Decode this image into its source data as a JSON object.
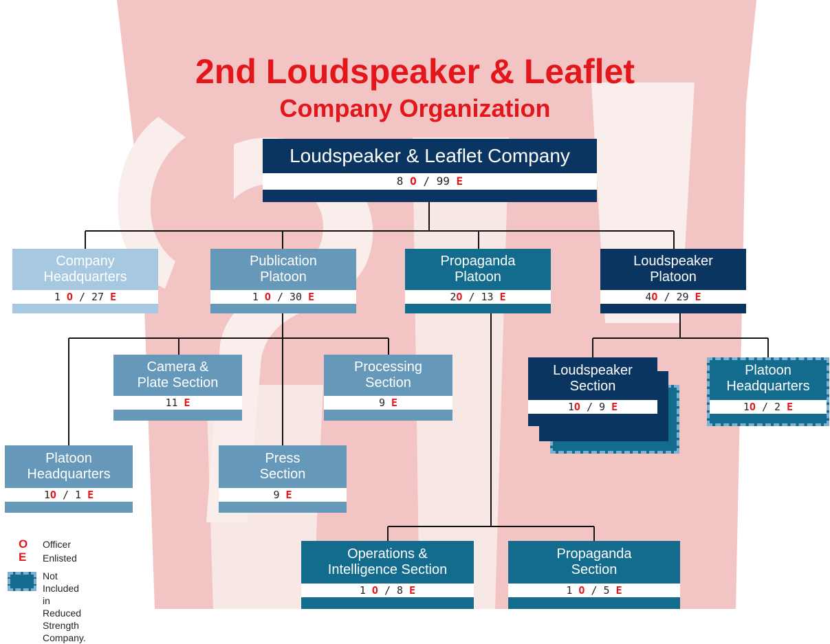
{
  "title": "2nd Loudspeaker & Leaflet",
  "subtitle": "Company Organization",
  "colors": {
    "title": "#e2161b",
    "navy": "#0a3560",
    "teal": "#136c8d",
    "steel": "#6598b9",
    "light": "#a6c8e0"
  },
  "units": {
    "company": {
      "name": "Loudspeaker & Leaflet Company",
      "officers": "8",
      "enlisted": "99"
    },
    "company_hq": {
      "name": "Company\nHeadquarters",
      "officers": "1",
      "enlisted": "27"
    },
    "publication_platoon": {
      "name": "Publication\nPlatoon",
      "officers": "1",
      "enlisted": "30"
    },
    "propaganda_platoon": {
      "name": "Propaganda\nPlatoon",
      "officers": "2",
      "enlisted": "13"
    },
    "loudspeaker_platoon": {
      "name": "Loudspeaker\nPlatoon",
      "officers": "4",
      "enlisted": "29"
    },
    "camera_plate": {
      "name": "Camera &\nPlate Section",
      "enlisted": "11"
    },
    "processing": {
      "name": "Processing\nSection",
      "enlisted": "9"
    },
    "pub_platoon_hq": {
      "name": "Platoon\nHeadquarters",
      "officers": "1",
      "enlisted": "1"
    },
    "press": {
      "name": "Press\nSection",
      "enlisted": "9"
    },
    "loudspeaker_section": {
      "name": "Loudspeaker\nSection",
      "officers": "1",
      "enlisted": "9"
    },
    "ls_platoon_hq": {
      "name": "Platoon\nHeadquarters",
      "officers": "1",
      "enlisted": "2"
    },
    "ops_intel": {
      "name": "Operations &\nIntelligence Section",
      "officers": "1",
      "enlisted": "8"
    },
    "propaganda_section": {
      "name": "Propaganda\nSection",
      "officers": "1",
      "enlisted": "5"
    }
  },
  "count_labels": {
    "officer": "O",
    "enlisted": "E",
    "separator": "/"
  },
  "legend": {
    "officer_mark": "O",
    "officer": "Officer",
    "enlisted_mark": "E",
    "enlisted": "Enlisted",
    "not_included": "Not Included in Reduced\nStrength Company."
  }
}
